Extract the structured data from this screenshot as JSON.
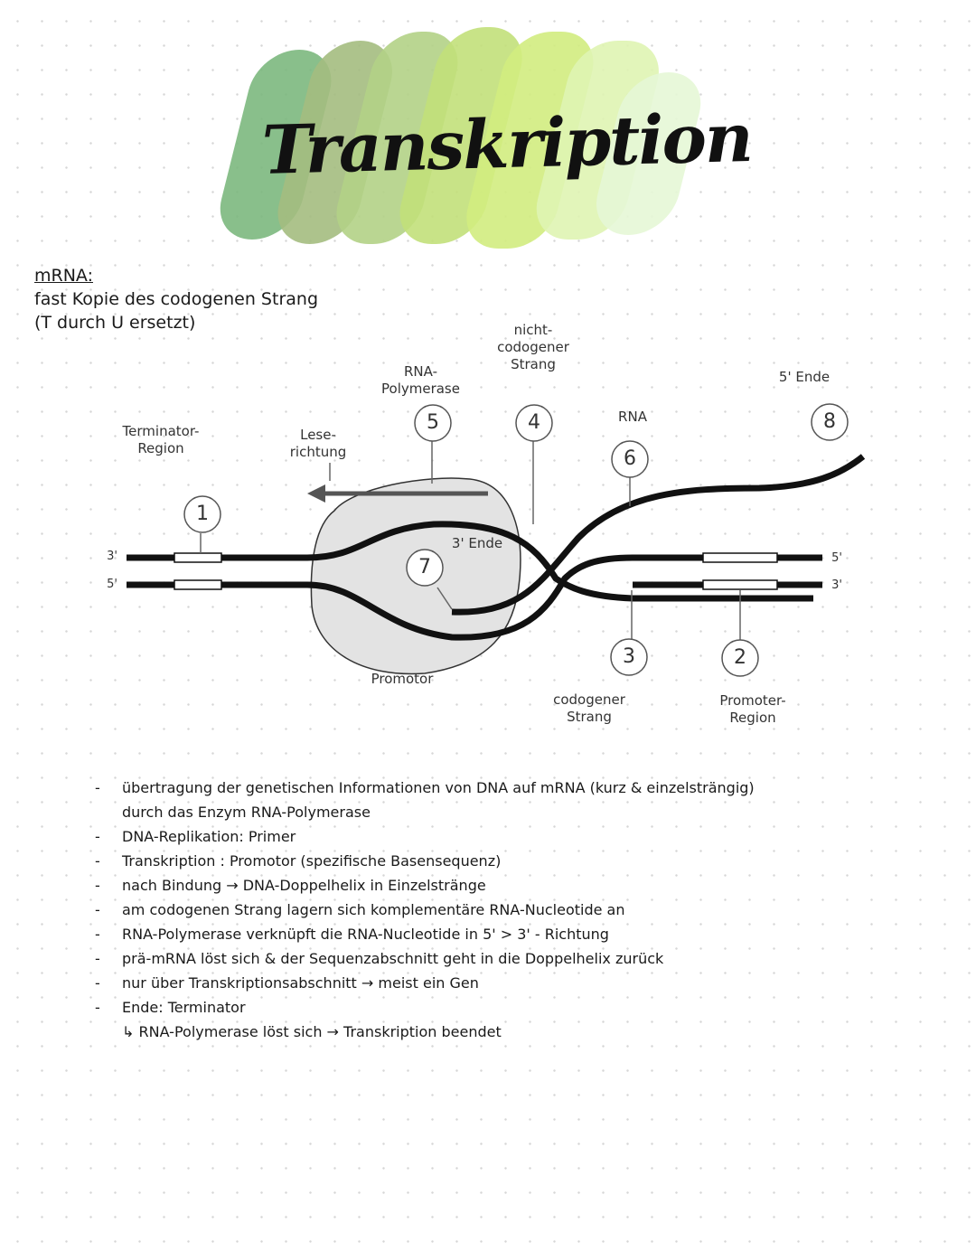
{
  "title": "Transkription",
  "mrna": {
    "heading": "mRNA:",
    "lines": [
      "fast Kopie des codogenen Strang",
      "(T durch U ersetzt)"
    ]
  },
  "diagram": {
    "numbers": [
      "1",
      "2",
      "3",
      "4",
      "5",
      "6",
      "7",
      "8"
    ],
    "labels": {
      "terminator": [
        "Terminator-",
        "Region"
      ],
      "leserichtung": [
        "Lese-",
        "richtung"
      ],
      "rna_polymerase": [
        "RNA-",
        "Polymerase"
      ],
      "nicht_codogener": [
        "nicht-",
        "codogener",
        "Strang"
      ],
      "rna": "RNA",
      "five_end_top": "5' Ende",
      "three_end": "3' Ende",
      "promotor": "Promotor",
      "codogener": [
        "codogener",
        "Strang"
      ],
      "promoter_region": [
        "Promoter-",
        "Region"
      ]
    },
    "ends": {
      "left_top": "3'",
      "left_bottom": "5'",
      "right_top": "5'",
      "right_bottom": "3'"
    }
  },
  "notes": [
    {
      "dash": "-",
      "text": "übertragung der genetischen Informationen von DNA auf mRNA (kurz & einzelsträngig)"
    },
    {
      "dash": "",
      "text": "durch das Enzym RNA-Polymerase"
    },
    {
      "dash": "-",
      "text": "DNA-Replikation: Primer"
    },
    {
      "dash": "-",
      "text": "Transkription   :  Promotor (spezifische Basensequenz)"
    },
    {
      "dash": "-",
      "text": "nach Bindung → DNA-Doppelhelix in Einzelstränge"
    },
    {
      "dash": "-",
      "text": "am codogenen Strang lagern sich komplementäre RNA-Nucleotide an"
    },
    {
      "dash": "-",
      "text": "RNA-Polymerase verknüpft die RNA-Nucleotide in 5' > 3' - Richtung"
    },
    {
      "dash": "-",
      "text": "prä-mRNA löst sich & der Sequenzabschnitt geht in die Doppelhelix zurück"
    },
    {
      "dash": "-",
      "text": "nur über Transkriptionsabschnitt → meist ein Gen"
    },
    {
      "dash": "-",
      "text": "Ende: Terminator"
    },
    {
      "dash": "",
      "text": "↳ RNA-Polymerase löst sich → Transkription beendet"
    }
  ]
}
